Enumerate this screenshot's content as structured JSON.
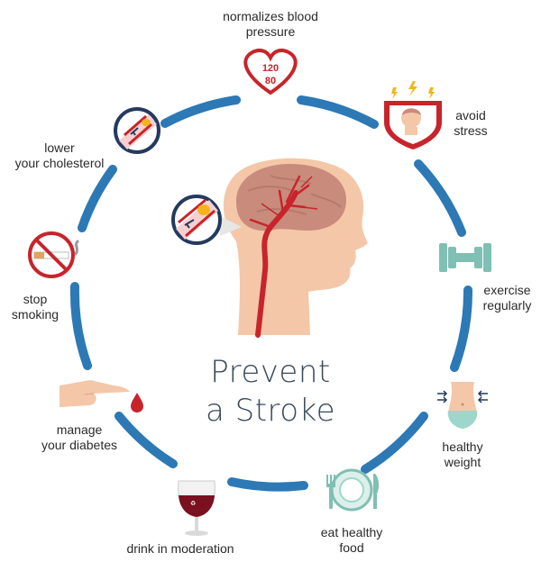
{
  "title": {
    "line1": "Prevent",
    "line2": "a Stroke"
  },
  "heart": {
    "systolic": "120",
    "diastolic": "80"
  },
  "labels": {
    "blood_pressure": {
      "line1": "normalizes blood",
      "line2": "pressure"
    },
    "stress": {
      "line1": "avoid",
      "line2": "stress"
    },
    "exercise": {
      "line1": "exercise",
      "line2": "regularly"
    },
    "weight": {
      "line1": "healthy",
      "line2": "weight"
    },
    "food": {
      "line1": "eat healthy",
      "line2": "food"
    },
    "drink": {
      "line1": "drink in moderation"
    },
    "diabetes": {
      "line1": "manage",
      "line2": "your diabetes"
    },
    "smoking": {
      "line1": "stop",
      "line2": "smoking"
    },
    "cholesterol": {
      "line1": "lower",
      "line2": "your cholesterol"
    }
  },
  "colors": {
    "ring": "#2c79b5",
    "navy": "#243a5e",
    "red": "#c8242b",
    "skin": "#f4c7a8",
    "brain": "#c98b7c",
    "dumbbell": "#7fbfb4",
    "wine": "#7a1020"
  }
}
